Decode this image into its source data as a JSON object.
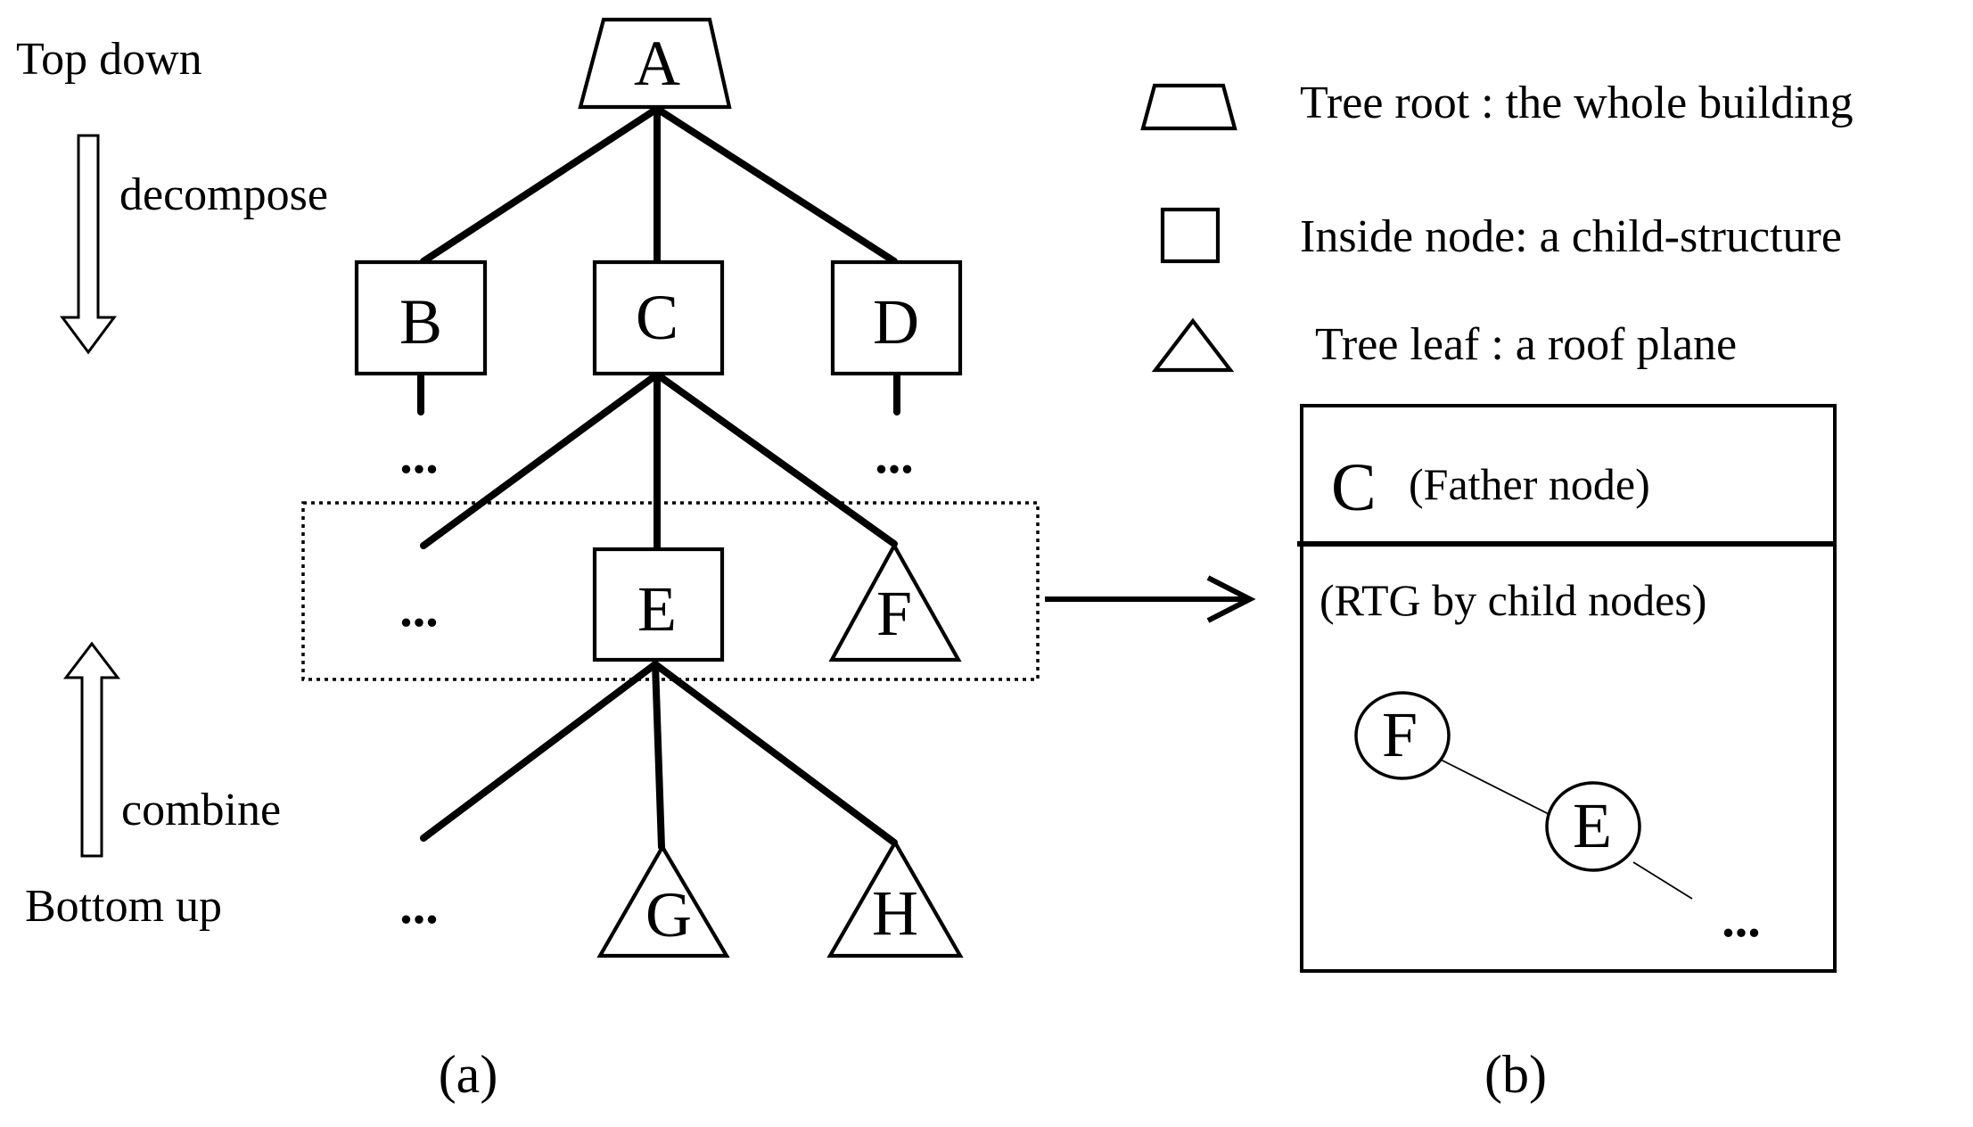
{
  "side_labels": {
    "top_down": "Top down",
    "decompose": "decompose",
    "combine": "combine",
    "bottom_up": "Bottom up"
  },
  "tree": {
    "root": "A",
    "level1": [
      "B",
      "C",
      "D"
    ],
    "level2_node": "E",
    "level2_leaf": "F",
    "level3_leaves": [
      "G",
      "H"
    ],
    "ellipsis": "..."
  },
  "legend": [
    {
      "shape": "trapezoid",
      "text": "Tree root : the whole building"
    },
    {
      "shape": "square",
      "text": "Inside node: a child-structure"
    },
    {
      "shape": "triangle",
      "text": "Tree leaf : a roof plane"
    }
  ],
  "panel_b": {
    "father_letter": "C",
    "father_label": "(Father node)",
    "rtg_label": "(RTG by child nodes)",
    "nodes": [
      "F",
      "E"
    ],
    "ellipsis": "..."
  },
  "captions": {
    "a": "(a)",
    "b": "(b)"
  }
}
